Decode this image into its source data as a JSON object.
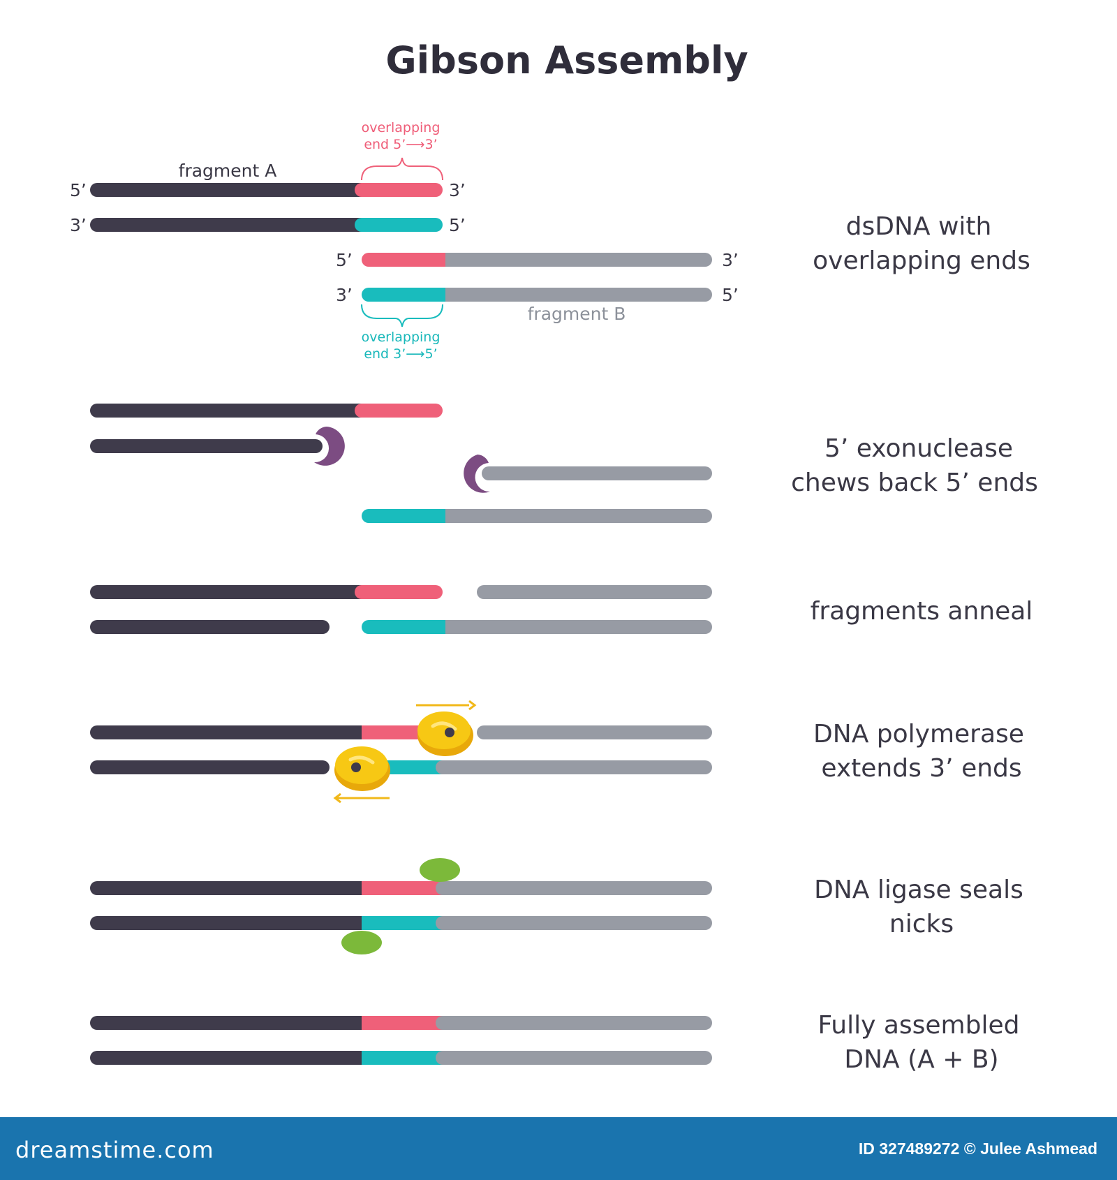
{
  "title": "Gibson Assembly",
  "colors": {
    "fragment_a": "#3f3b4b",
    "fragment_b": "#979ba4",
    "overlap_top": "#ef6079",
    "overlap_bottom": "#19bcbd",
    "exonuclease": "#7c4c82",
    "polymerase": "#f5c20f",
    "ligase": "#7cb93a",
    "footer": "#1a74ae"
  },
  "labels": {
    "fragment_a": "fragment A",
    "fragment_b": "fragment B",
    "overlap_top_line1": "overlapping",
    "overlap_top_line2": "end 5’⟶3’",
    "overlap_bottom_line1": "overlapping",
    "overlap_bottom_line2": "end 3’⟶5’",
    "prime5": "5’",
    "prime3": "3’"
  },
  "steps": [
    {
      "line1": "dsDNA with",
      "line2": "overlapping ends"
    },
    {
      "line1": "5’ exonuclease",
      "line2": "chews back 5’ ends"
    },
    {
      "line1": "fragments anneal",
      "line2": ""
    },
    {
      "line1": "DNA polymerase",
      "line2": "extends 3’ ends"
    },
    {
      "line1": "DNA ligase seals",
      "line2": "nicks"
    },
    {
      "line1": "Fully assembled",
      "line2": "DNA (A + B)"
    }
  ],
  "footer": {
    "brand": "dreamstime.com",
    "credit": "ID 327489272 © Julee Ashmead"
  }
}
